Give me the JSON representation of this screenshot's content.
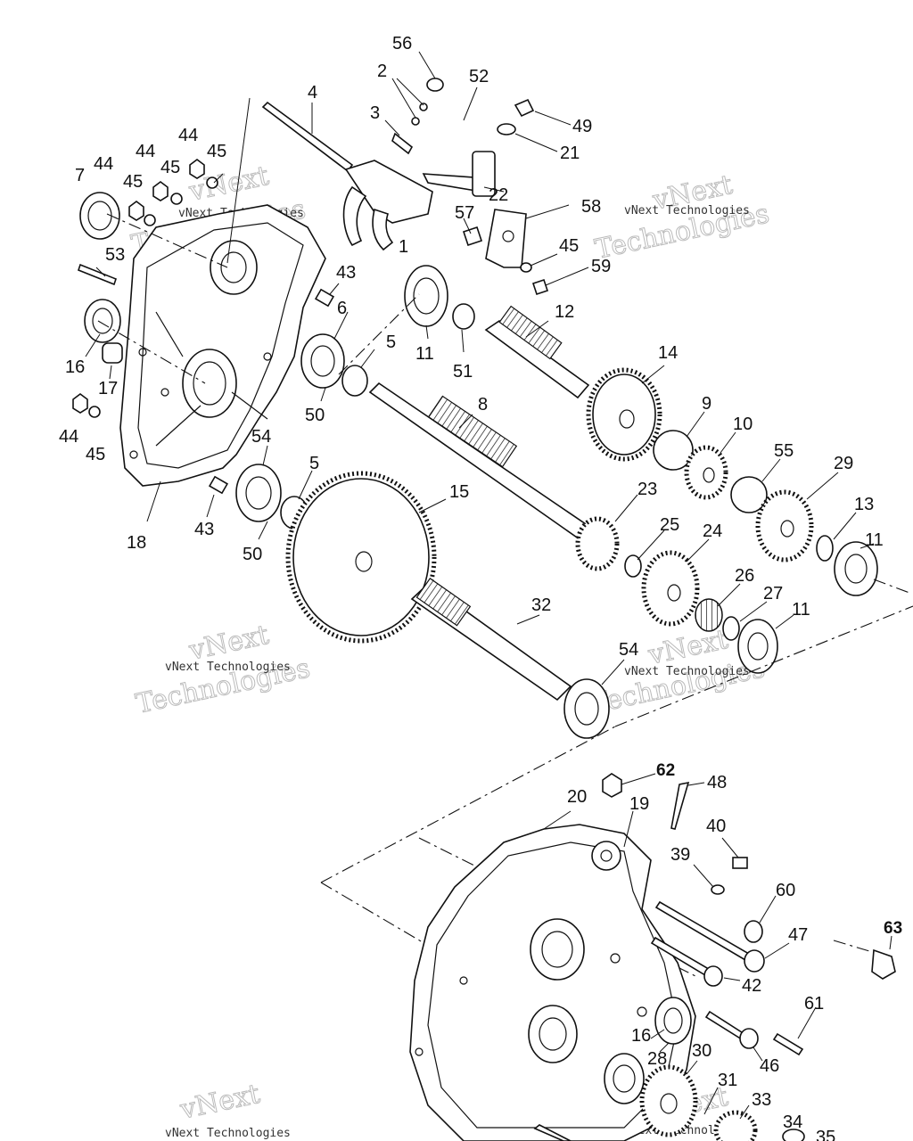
{
  "watermark": {
    "line1": "vNext",
    "line2": "Technologies",
    "caption": "vNext Technologies"
  },
  "callouts": [
    {
      "id": "c56",
      "text": "56"
    },
    {
      "id": "c2",
      "text": "2"
    },
    {
      "id": "c52",
      "text": "52"
    },
    {
      "id": "c4",
      "text": "4"
    },
    {
      "id": "c3",
      "text": "3"
    },
    {
      "id": "c49",
      "text": "49"
    },
    {
      "id": "c21",
      "text": "21"
    },
    {
      "id": "c22",
      "text": "22"
    },
    {
      "id": "c1",
      "text": "1"
    },
    {
      "id": "c57",
      "text": "57"
    },
    {
      "id": "c58",
      "text": "58"
    },
    {
      "id": "c45a",
      "text": "45"
    },
    {
      "id": "c59",
      "text": "59"
    },
    {
      "id": "c44a",
      "text": "44"
    },
    {
      "id": "c45b",
      "text": "45"
    },
    {
      "id": "c44b",
      "text": "44"
    },
    {
      "id": "c45c",
      "text": "45"
    },
    {
      "id": "c44c",
      "text": "44"
    },
    {
      "id": "c45d",
      "text": "45"
    },
    {
      "id": "c7",
      "text": "7"
    },
    {
      "id": "c53",
      "text": "53"
    },
    {
      "id": "c43a",
      "text": "43"
    },
    {
      "id": "c6",
      "text": "6"
    },
    {
      "id": "c12",
      "text": "12"
    },
    {
      "id": "c11a",
      "text": "11"
    },
    {
      "id": "c51",
      "text": "51"
    },
    {
      "id": "c5a",
      "text": "5"
    },
    {
      "id": "c16a",
      "text": "16"
    },
    {
      "id": "c17",
      "text": "17"
    },
    {
      "id": "c14",
      "text": "14"
    },
    {
      "id": "c50a",
      "text": "50"
    },
    {
      "id": "c8",
      "text": "8"
    },
    {
      "id": "c9",
      "text": "9"
    },
    {
      "id": "c10",
      "text": "10"
    },
    {
      "id": "c44d",
      "text": "44"
    },
    {
      "id": "c45e",
      "text": "45"
    },
    {
      "id": "c54a",
      "text": "54"
    },
    {
      "id": "c55",
      "text": "55"
    },
    {
      "id": "c29",
      "text": "29"
    },
    {
      "id": "c5b",
      "text": "5"
    },
    {
      "id": "c15",
      "text": "15"
    },
    {
      "id": "c23",
      "text": "23"
    },
    {
      "id": "c13",
      "text": "13"
    },
    {
      "id": "c18",
      "text": "18"
    },
    {
      "id": "c43b",
      "text": "43"
    },
    {
      "id": "c50b",
      "text": "50"
    },
    {
      "id": "c25",
      "text": "25"
    },
    {
      "id": "c24",
      "text": "24"
    },
    {
      "id": "c11b",
      "text": "11"
    },
    {
      "id": "c26",
      "text": "26"
    },
    {
      "id": "c27",
      "text": "27"
    },
    {
      "id": "c32",
      "text": "32"
    },
    {
      "id": "c11c",
      "text": "11"
    },
    {
      "id": "c54b",
      "text": "54"
    },
    {
      "id": "c62",
      "text": "62"
    },
    {
      "id": "c48",
      "text": "48"
    },
    {
      "id": "c20",
      "text": "20"
    },
    {
      "id": "c19",
      "text": "19"
    },
    {
      "id": "c40",
      "text": "40"
    },
    {
      "id": "c39",
      "text": "39"
    },
    {
      "id": "c60",
      "text": "60"
    },
    {
      "id": "c47",
      "text": "47"
    },
    {
      "id": "c63",
      "text": "63"
    },
    {
      "id": "c42",
      "text": "42"
    },
    {
      "id": "c61",
      "text": "61"
    },
    {
      "id": "c16b",
      "text": "16"
    },
    {
      "id": "c28",
      "text": "28"
    },
    {
      "id": "c30",
      "text": "30"
    },
    {
      "id": "c46",
      "text": "46"
    },
    {
      "id": "c31",
      "text": "31"
    },
    {
      "id": "c33",
      "text": "33"
    },
    {
      "id": "c34",
      "text": "34"
    },
    {
      "id": "c35",
      "text": "35"
    }
  ]
}
